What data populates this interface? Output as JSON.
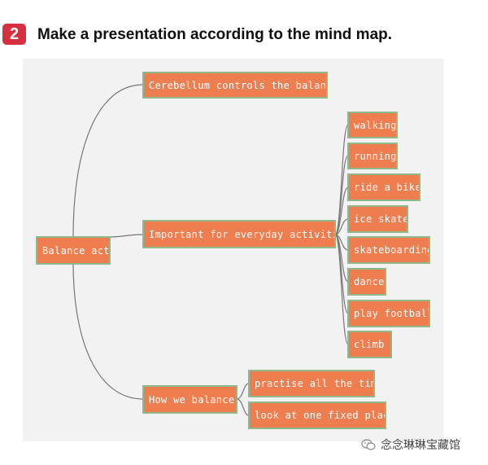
{
  "badge": {
    "number": "2"
  },
  "heading": {
    "text": "Make a presentation according to the mind map."
  },
  "mindmap": {
    "root": "Balance act",
    "branches": [
      {
        "label": "Cerebellum controls the balance.",
        "children": []
      },
      {
        "label": "Important for everyday activities",
        "children": [
          "walking",
          "running",
          "ride a bike",
          "ice skate",
          "skateboarding",
          "dance",
          "play football",
          "climb"
        ]
      },
      {
        "label": "How we balance",
        "children": [
          "practise all the time",
          "look at one fixed place"
        ]
      }
    ]
  },
  "colors": {
    "node_fill": "#ee7d4f",
    "node_border": "#8fb98a",
    "badge": "#d63040",
    "connector": "#777777"
  },
  "watermark": {
    "text": "念念琳琳宝藏馆",
    "icon": "wechat-icon"
  }
}
